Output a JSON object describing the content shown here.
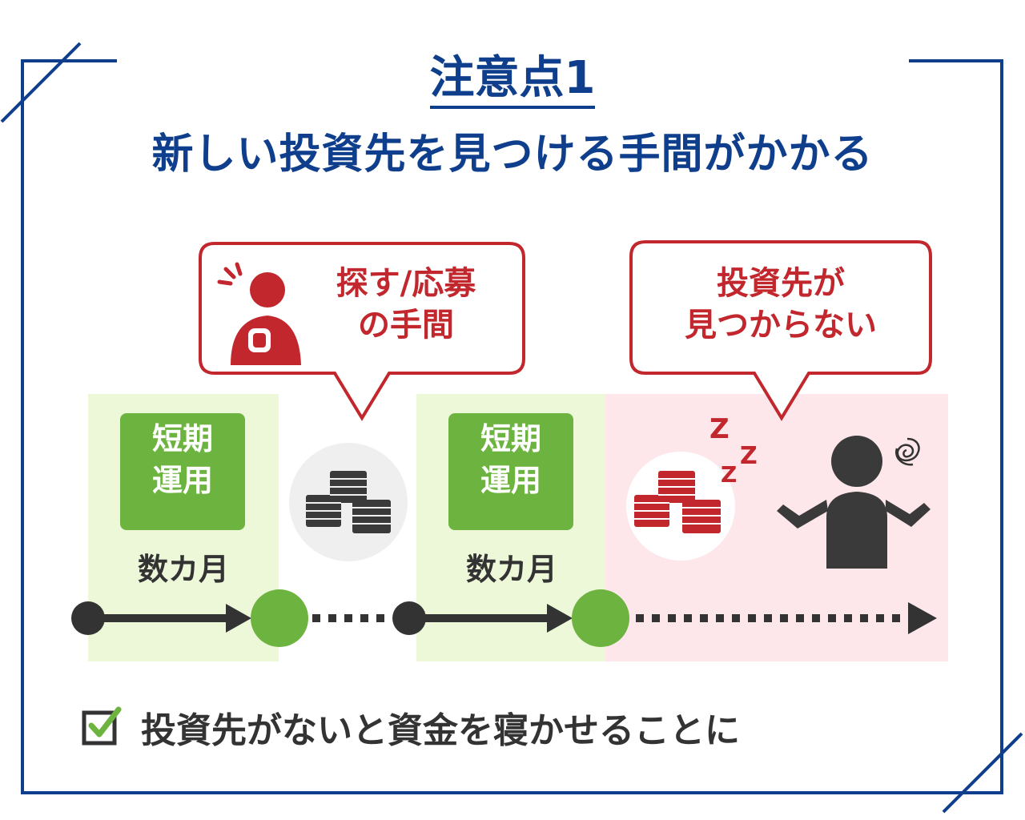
{
  "heading": {
    "label": "注意点1",
    "title": "新しい投資先を見つける手間がかかる"
  },
  "timeline": {
    "tag1": [
      "短期",
      "運用"
    ],
    "duration1": "数カ月",
    "tag2": [
      "短期",
      "運用"
    ],
    "duration2": "数カ月"
  },
  "bubbles": {
    "left": [
      "探す/応募",
      "の手間"
    ],
    "right": [
      "投資先が",
      "見つからない"
    ]
  },
  "note": {
    "text": "投資先がないと資金を寝かせることに"
  },
  "decor": {
    "sleep_letters": [
      "Z",
      "Z",
      "Z"
    ]
  },
  "icons": [
    "stressed-person-icon",
    "money-stack-icon",
    "sleeping-money-icon",
    "shrugging-person-icon",
    "tangled-thought-icon",
    "checkbox-icon"
  ],
  "colors": {
    "navy": "#0f3f8c",
    "red": "#c1272d",
    "green": "#6db33f",
    "green_zone": "#ecf8d8",
    "pink_zone": "#fde7ea",
    "dark": "#333333"
  }
}
